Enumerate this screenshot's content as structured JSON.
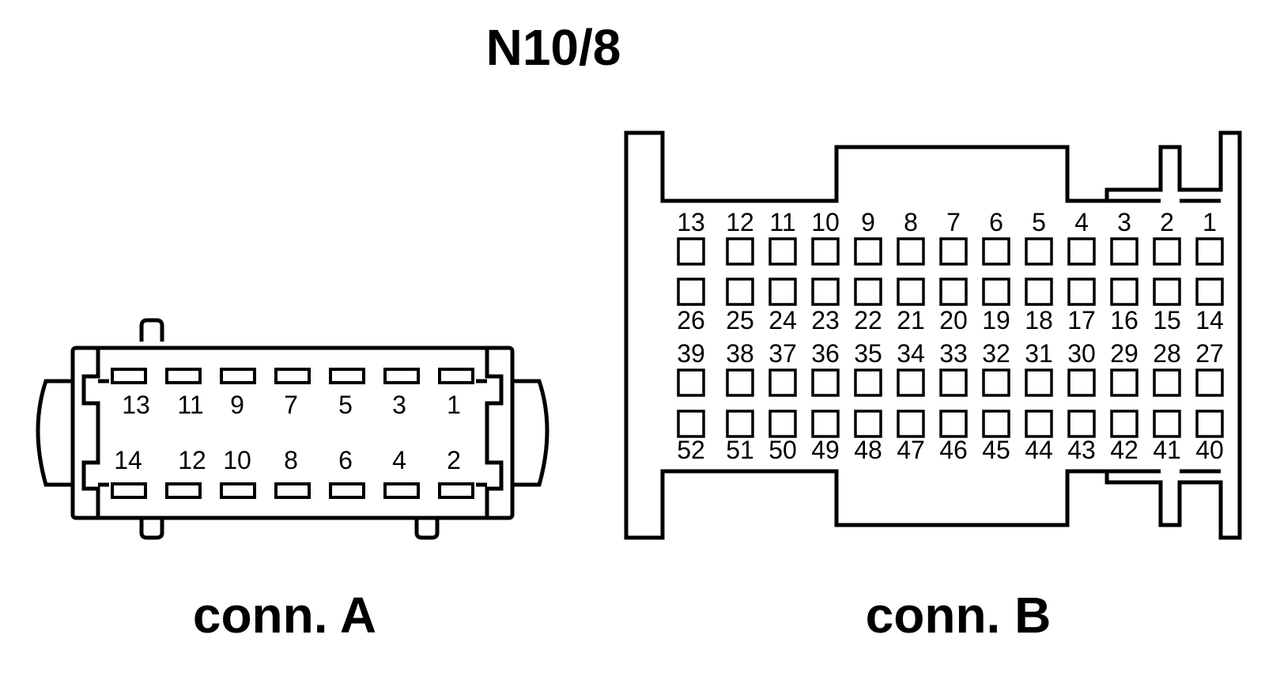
{
  "title": "N10/8",
  "connector_a": {
    "label": "conn. A",
    "top_row": [
      "13",
      "11",
      "9",
      "7",
      "5",
      "3",
      "1"
    ],
    "bottom_row": [
      "14",
      "12",
      "10",
      "8",
      "6",
      "4",
      "2"
    ]
  },
  "connector_b": {
    "label": "conn. B",
    "row1": [
      "13",
      "12",
      "11",
      "10",
      "9",
      "8",
      "7",
      "6",
      "5",
      "4",
      "3",
      "2",
      "1"
    ],
    "row2": [
      "26",
      "25",
      "24",
      "23",
      "22",
      "21",
      "20",
      "19",
      "18",
      "17",
      "16",
      "15",
      "14"
    ],
    "row3": [
      "39",
      "38",
      "37",
      "36",
      "35",
      "34",
      "33",
      "32",
      "31",
      "30",
      "29",
      "28",
      "27"
    ],
    "row4": [
      "52",
      "51",
      "50",
      "49",
      "48",
      "47",
      "46",
      "45",
      "44",
      "43",
      "42",
      "41",
      "40"
    ]
  }
}
